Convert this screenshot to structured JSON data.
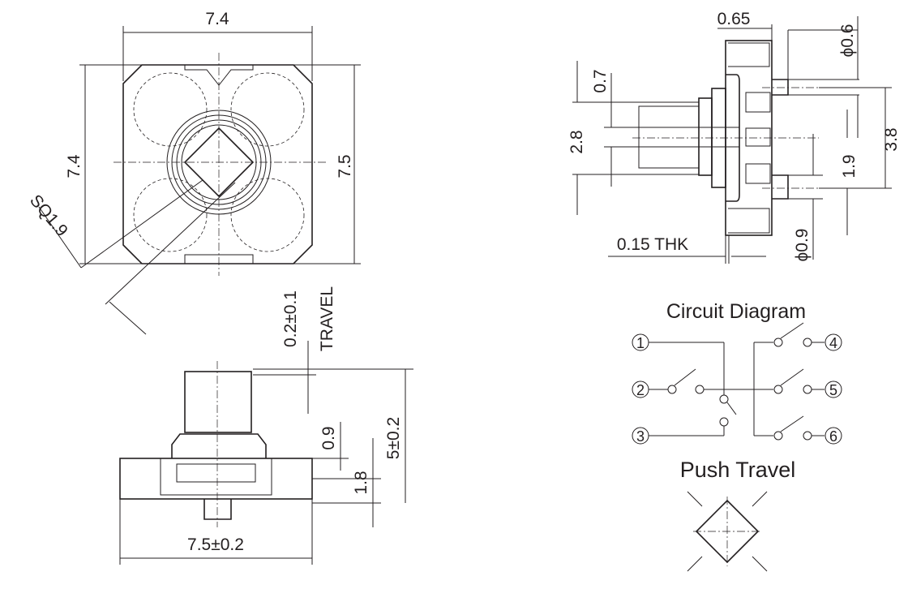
{
  "top_view": {
    "width_dim": "7.4",
    "height_dim": "7.4",
    "right_dim": "7.5",
    "shaft_dim": "SQ1.9"
  },
  "side_view": {
    "travel_dim": "0.2±0.1",
    "travel_label": "TRAVEL",
    "dim_0_9": "0.9",
    "dim_1_8": "1.8",
    "height_dim": "5±0.2",
    "width_dim": "7.5±0.2"
  },
  "end_view": {
    "dim_0_65": "0.65",
    "dim_phi_0_6": "ϕ0.6",
    "dim_0_7": "0.7",
    "dim_2_8": "2.8",
    "dim_3_8": "3.8",
    "dim_1_9": "1.9",
    "thk_dim": "0.15 THK",
    "dim_phi_0_9": "ϕ0.9"
  },
  "circuit": {
    "title": "Circuit Diagram",
    "pins": [
      "1",
      "2",
      "3",
      "4",
      "5",
      "6"
    ]
  },
  "push_travel": {
    "title": "Push Travel"
  }
}
